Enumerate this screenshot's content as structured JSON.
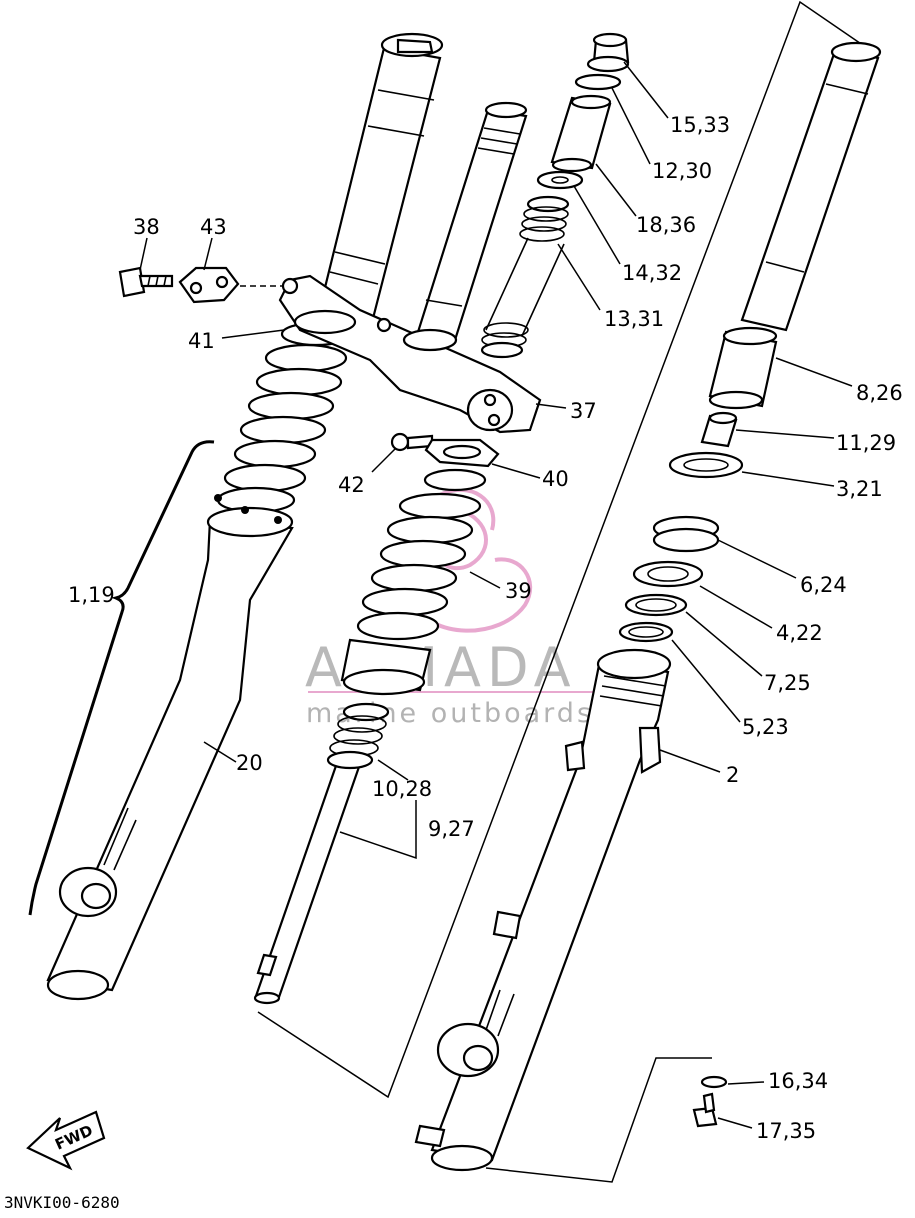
{
  "diagram": {
    "drawing_code": "3NVKI00-6280",
    "fwd_label": "FWD",
    "watermark": {
      "brand": "ARMADA",
      "tagline": "marine outboards",
      "accent_color": "#e8a8cf"
    },
    "callouts": {
      "c38": "38",
      "c43": "43",
      "c41": "41",
      "c1_19": "1,19",
      "c20": "20",
      "c42": "42",
      "c37": "37",
      "c40": "40",
      "c39": "39",
      "c10_28": "10,28",
      "c9_27": "9,27",
      "c15_33": "15,33",
      "c12_30": "12,30",
      "c18_36": "18,36",
      "c14_32": "14,32",
      "c13_31": "13,31",
      "c8_26": "8,26",
      "c11_29": "11,29",
      "c3_21": "3,21",
      "c6_24": "6,24",
      "c4_22": "4,22",
      "c7_25": "7,25",
      "c5_23": "5,23",
      "c2": "2",
      "c16_34": "16,34",
      "c17_35": "17,35"
    }
  }
}
